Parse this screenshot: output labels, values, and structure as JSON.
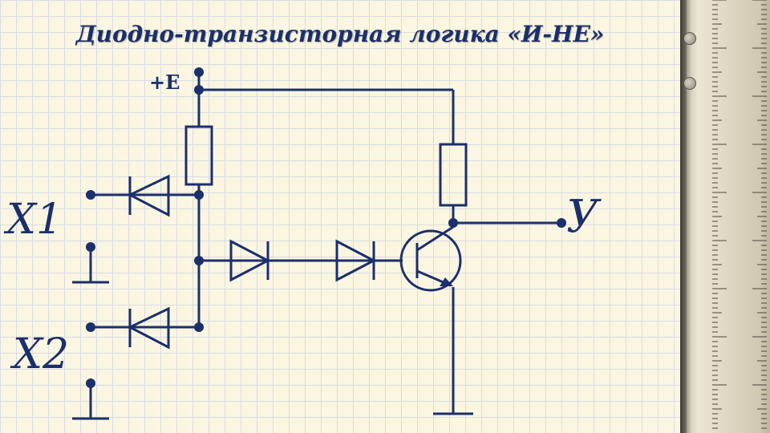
{
  "title": "Диодно-транзисторная логика «И-НЕ»",
  "labels": {
    "supply": "+E",
    "input1": "X1",
    "input2": "X2",
    "output": "У"
  },
  "colors": {
    "wire": "#1b2f6b",
    "grid": "#d9dbe3",
    "background": "#fbf6e1"
  }
}
